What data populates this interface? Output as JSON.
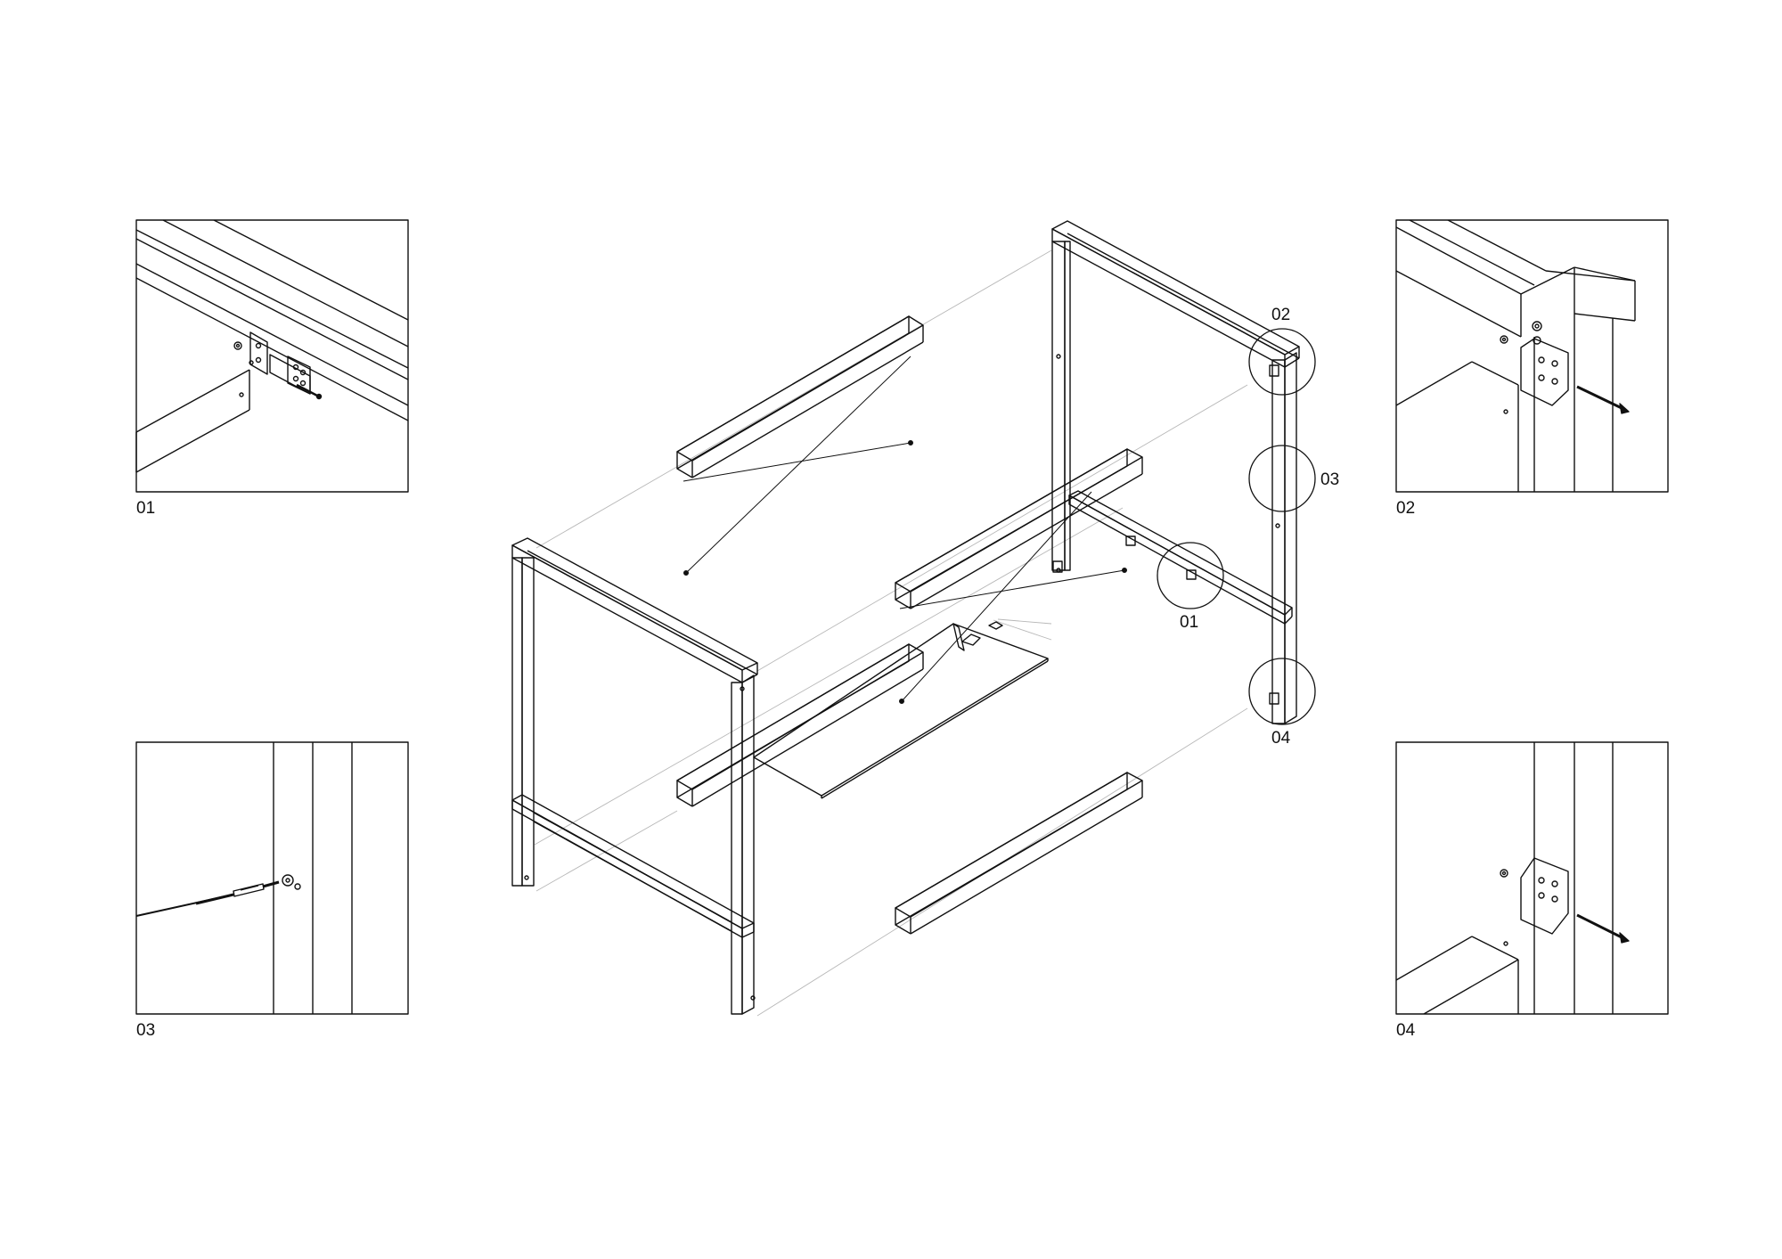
{
  "detail_labels": {
    "d01": "01",
    "d02": "02",
    "d03": "03",
    "d04": "04"
  },
  "callout_labels": {
    "c01": "01",
    "c02": "02",
    "c03": "03",
    "c04": "04"
  },
  "colors": {
    "line": "#111111",
    "faint": "#b8b8b8",
    "background": "#ffffff"
  }
}
